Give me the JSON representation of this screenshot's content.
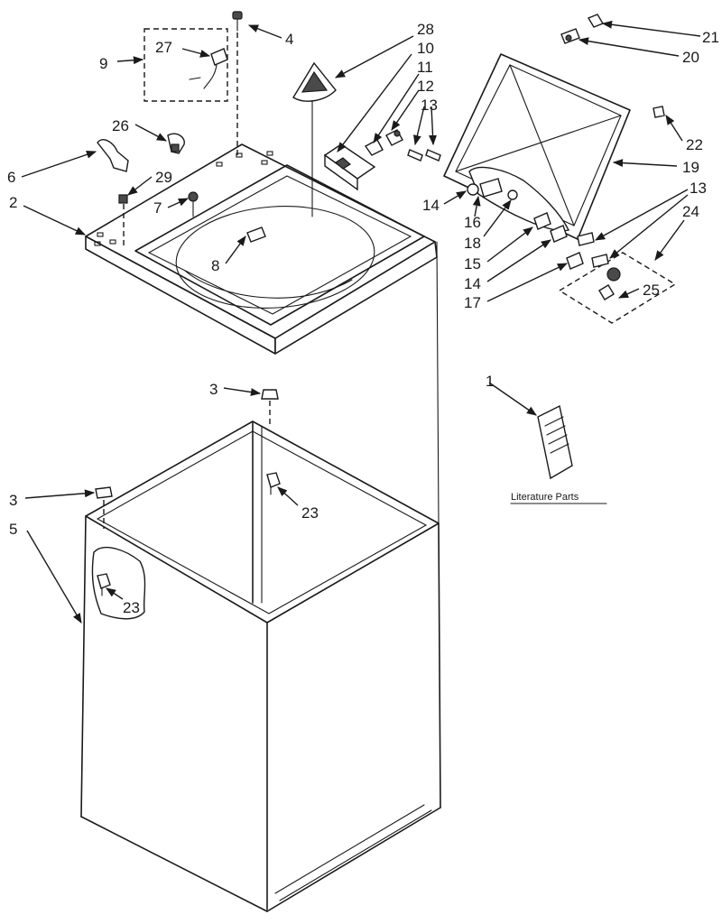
{
  "diagram": {
    "callouts": {
      "c1": "1",
      "c2": "2",
      "c3a": "3",
      "c3b": "3",
      "c4": "4",
      "c5": "5",
      "c6": "6",
      "c7": "7",
      "c8": "8",
      "c9": "9",
      "c10": "10",
      "c11": "11",
      "c12": "12",
      "c13a": "13",
      "c13b": "13",
      "c14a": "14",
      "c14b": "14",
      "c15": "15",
      "c16": "16",
      "c17": "17",
      "c18": "18",
      "c19": "19",
      "c20": "20",
      "c21": "21",
      "c22": "22",
      "c23a": "23",
      "c23b": "23",
      "c24": "24",
      "c25": "25",
      "c26": "26",
      "c27": "27",
      "c28": "28",
      "c29": "29"
    },
    "literature_label": "Literature Parts"
  }
}
